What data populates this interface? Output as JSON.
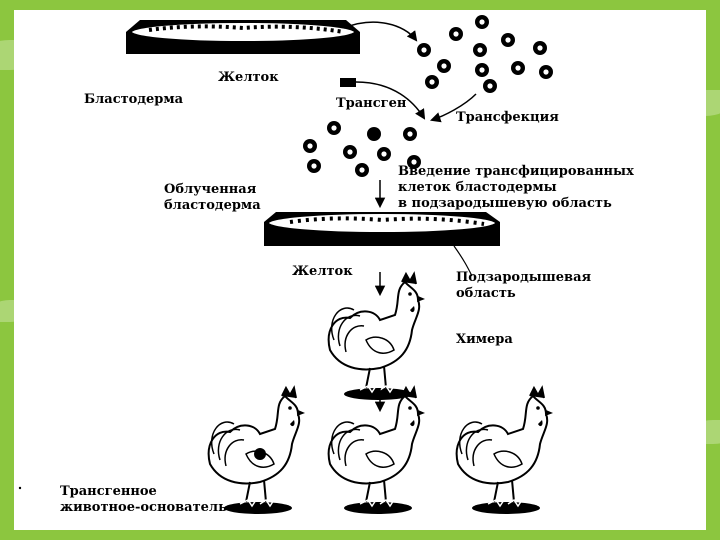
{
  "theme": {
    "background": "#8cc63f",
    "slide": "#ffffff",
    "ink": "#000000"
  },
  "labels": {
    "yolk_top": "Желток",
    "blastoderm": "Бластодерма",
    "transgene": "Трансген",
    "transfection": "Трансфекция",
    "irradiated_1": "Облученная",
    "irradiated_2": "бластодерма",
    "intro_1": "Введение трансфицированных",
    "intro_2": "клеток бластодермы",
    "intro_3": "в подзародышевую область",
    "yolk_mid": "Желток",
    "subgerm_1": "Подзародышевая",
    "subgerm_2": "область",
    "chimera": "Химера",
    "founder_1": "Трансгенное",
    "founder_2": "животное-основатель"
  },
  "icons": [
    "blastoderm-disc",
    "cell-cluster",
    "transgene-dna",
    "arrow",
    "chicken"
  ]
}
